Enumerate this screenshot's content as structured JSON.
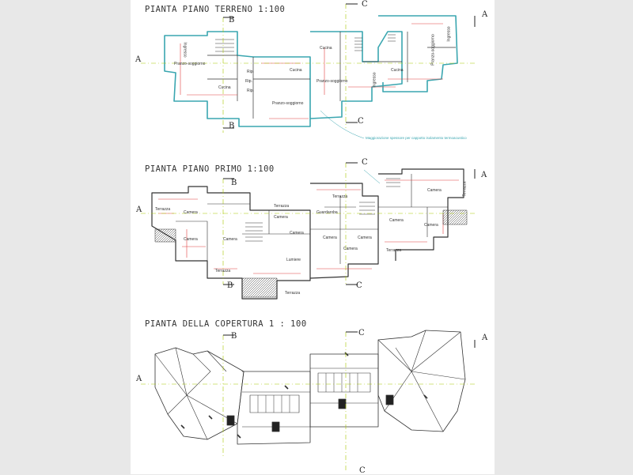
{
  "sheet": {
    "background": "#ffffff",
    "wall_color": "#3aa6b0",
    "dim_color": "#e04040",
    "axis_color": "#a8c800"
  },
  "plans": {
    "ground": {
      "title": "PIANTA PIANO TERRENO 1:100",
      "rooms": [
        "Ingresso",
        "Pranzo-soggiorno",
        "Cucina",
        "Rip.",
        "Rip.",
        "Rip.",
        "Cucina",
        "Pranzo-soggiorno",
        "Cucina",
        "Pranzo-soggiorno",
        "Pranzo-soggiorno",
        "Ingresso",
        "Cucina",
        "Ingresso"
      ],
      "note": "Maggiorazione spessore per cappotto isolamento termoacustico"
    },
    "first": {
      "title": "PIANTA PIANO PRIMO 1:100",
      "rooms": [
        "Terrazza",
        "Camera",
        "Camera",
        "Camera",
        "Terrazza",
        "Camera",
        "Camera",
        "Terrazza",
        "Lumiere",
        "Terrazza",
        "Guardaroba",
        "Camera",
        "Camera",
        "Camera",
        "Terrazza",
        "Camera",
        "Terrazza",
        "Camera",
        "Camera",
        "Terrazza"
      ]
    },
    "roof": {
      "title": "PIANTA DELLA COPERTURA  1 : 100"
    }
  },
  "sections": {
    "a": "A",
    "b": "B",
    "c": "C"
  }
}
